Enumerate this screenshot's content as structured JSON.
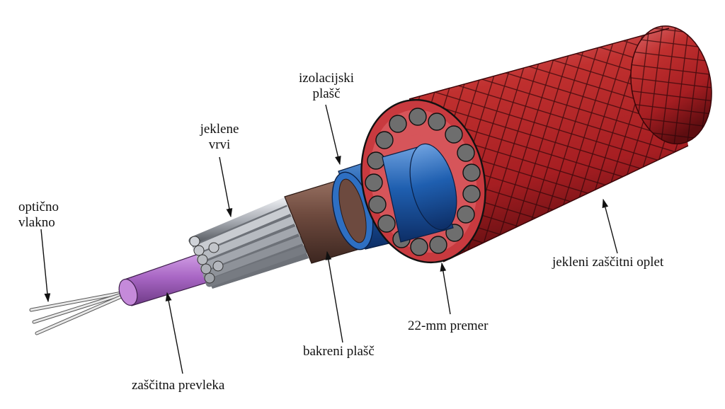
{
  "labels": {
    "opticno_vlakno": [
      "optično",
      "vlakno"
    ],
    "jeklene_vrvi": [
      "jeklene",
      "vrvi"
    ],
    "izolacijski_plasc": [
      "izolacijski",
      "plašč"
    ],
    "zascitna_prevleka": "zaščitna prevleka",
    "bakreni_plasc": "bakreni plašč",
    "premer": "22-mm premer",
    "jekleni_oplet": "jekleni zaščitni oplet"
  },
  "colors": {
    "braid": "#b8262a",
    "insulation": "#1f5fb0",
    "copper": "#6e4a3e",
    "steel": "#a9adb4",
    "coating": "#a866c4"
  }
}
